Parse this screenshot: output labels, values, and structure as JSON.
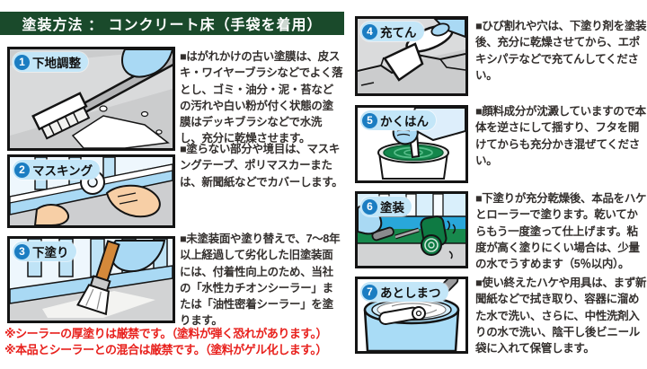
{
  "header": {
    "title": "塗装方法 ： コンクリート床（手袋を着用）"
  },
  "steps": [
    {
      "number": "1",
      "label": "下地調整",
      "text": "■はがれかけの古い塗膜は、皮スキ・ワイヤーブラシなどでよく落とし、ゴミ・油分・泥・苔などの汚れや白い粉が付く状態の塗膜はデッキブラシなどで水洗し、充分に乾燥させます。"
    },
    {
      "number": "2",
      "label": "マスキング",
      "text": "■塗らない部分や境目は、マスキングテープ、ポリマスカーまたは、新聞紙などでカバーします。"
    },
    {
      "number": "3",
      "label": "下塗り",
      "text": "■未塗装面や塗り替えで、7～8年以上経過して劣化した旧塗装面には、付着性向上のため、当社の「水性カチオンシーラー」または「油性密着シーラー」を塗ります。"
    },
    {
      "number": "4",
      "label": "充てん",
      "text": "■ひび割れや穴は、下塗り剤を塗装後、充分に乾燥させてから、エポキシパテなどで充てんしてください。"
    },
    {
      "number": "5",
      "label": "かくはん",
      "text": "■顔料成分が沈澱していますので本体を逆さにして揺すり、フタを開けてからも充分かき混ぜてください。"
    },
    {
      "number": "6",
      "label": "塗装",
      "text": "■下塗りが充分乾燥後、本品をハケとローラーで塗ります。乾いてからもう一度塗って仕上げます。粘度が高く塗りにくい場合は、少量の水でうすめます（5％以内）。"
    },
    {
      "number": "7",
      "label": "あとしまつ",
      "text": "■使い終えたハケや用具は、まず新聞紙などで拭き取り、容器に溜めた水で洗い、さらに、中性洗剤入りの水で洗い、陰干し後ビニール袋に入れて保管します。"
    }
  ],
  "warnings": [
    "※シーラーの厚塗りは厳禁です。（塗料が弾く恐れがあります。）",
    "※本品とシーラーとの混合は厳禁です。（塗料がゲル化します。）"
  ],
  "colors": {
    "header_bg": "#1a4a2b",
    "step_circle_blue": "#1b7dc2",
    "chip_bg": "#c3e6f8",
    "warning_red": "#e8211d",
    "paint_green": "#14874c",
    "glove_blue": "#a9d9f4",
    "concrete_gray": "#cbcccd"
  }
}
